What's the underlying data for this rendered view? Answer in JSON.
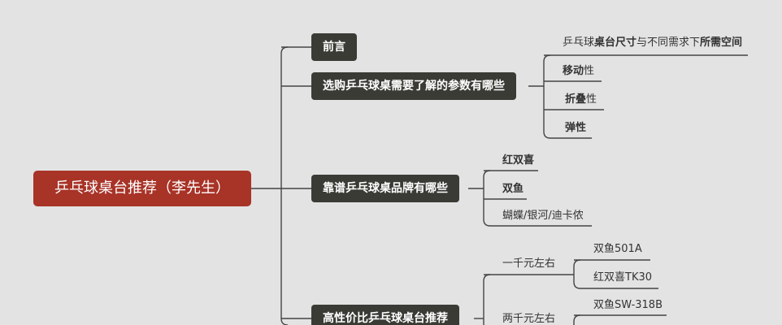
{
  "root": {
    "label": "乒乓球桌台推荐（李先生）"
  },
  "branches": {
    "preface": {
      "label": "前言"
    },
    "params": {
      "label": "选购乒乓球桌需要了解的参数有哪些",
      "children": {
        "size": {
          "p1": "乒乓球",
          "p2": "桌台尺寸",
          "p3": "与不同需求下",
          "p4": "所需空间"
        },
        "mobility": {
          "bold": "移动",
          "rest": "性"
        },
        "folding": {
          "bold": "折叠",
          "rest": "性"
        },
        "elastic": {
          "bold": "弹性",
          "rest": ""
        }
      }
    },
    "brands": {
      "label": "靠谱乒乓球桌品牌有哪些",
      "children": {
        "b1": "红双喜",
        "b2": "双鱼",
        "b3": "蝴蝶/银河/迪卡侬"
      }
    },
    "value": {
      "label": "高性价比乒乓球桌台推荐",
      "tiers": {
        "t1": {
          "label": "一千元左右",
          "items": [
            "双鱼501A",
            "红双喜TK30"
          ]
        },
        "t2": {
          "label": "两千元左右",
          "items": [
            "双鱼SW-318B"
          ]
        }
      }
    }
  },
  "colors": {
    "background": "#e3e3e3",
    "root": "#a83327",
    "branch": "#3a3b35",
    "line": "#454545"
  }
}
